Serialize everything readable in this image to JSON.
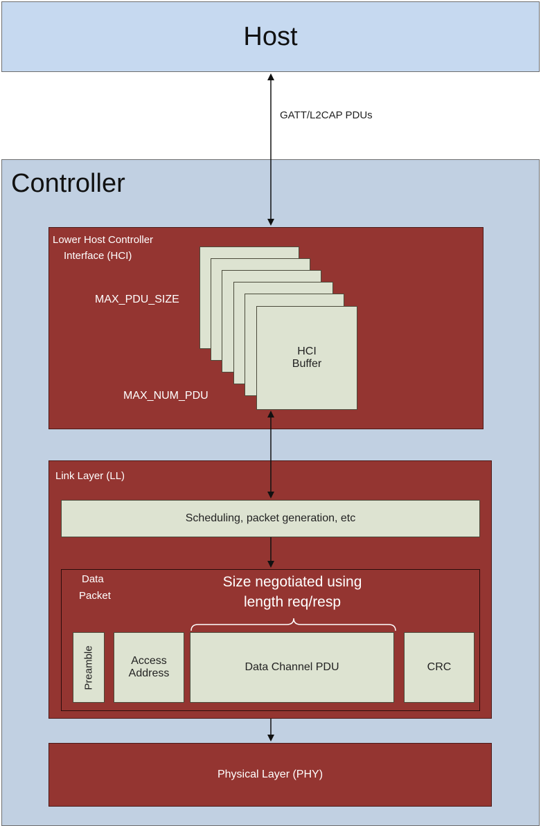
{
  "host": {
    "title": "Host"
  },
  "link_label": "GATT/L2CAP PDUs",
  "controller": {
    "title": "Controller"
  },
  "hci": {
    "title_line1": "Lower Host Controller",
    "title_line2": "Interface (HCI)",
    "max_pdu_size": "MAX_PDU_SIZE",
    "max_num_pdu": "MAX_NUM_PDU",
    "buffer_line1": "HCI",
    "buffer_line2": "Buffer"
  },
  "ll": {
    "title": "Link Layer (LL)",
    "scheduling": "Scheduling, packet generation, etc",
    "data_packet_line1": "Data",
    "data_packet_line2": "Packet",
    "negotiated_line1": "Size negotiated using",
    "negotiated_line2": "length req/resp",
    "fields": {
      "preamble": "Preamble",
      "access_line1": "Access",
      "access_line2": "Address",
      "pdu": "Data Channel PDU",
      "crc": "CRC"
    }
  },
  "phy": {
    "title": "Physical Layer (PHY)"
  },
  "colors": {
    "host_fill": "#c6d9f0",
    "controller_fill": "#c1d0e2",
    "block_red": "#943531",
    "field_fill": "#dde3d1"
  }
}
